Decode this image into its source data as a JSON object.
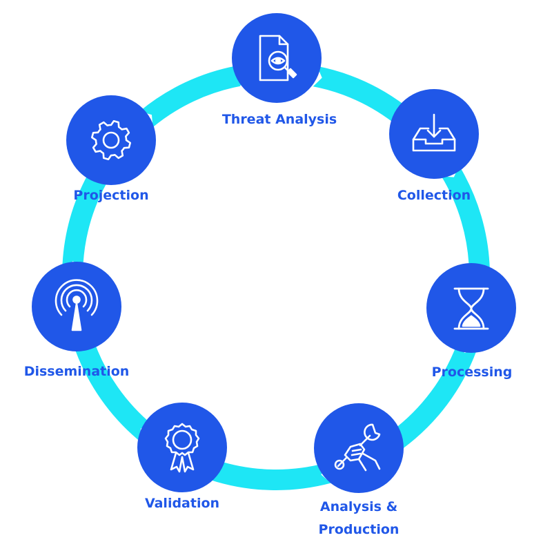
{
  "colors": {
    "ring": "#1ee6f5",
    "node": "#2057e8",
    "label": "#2057e8",
    "icon_stroke": "#ffffff"
  },
  "stages": [
    {
      "key": "threat-analysis",
      "label": "Threat Analysis",
      "icon": "document-eye-magnifier-icon"
    },
    {
      "key": "collection",
      "label": "Collection",
      "icon": "inbox-download-icon"
    },
    {
      "key": "processing",
      "label": "Processing",
      "icon": "hourglass-icon"
    },
    {
      "key": "analysis-production",
      "label_line1": "Analysis &",
      "label_line2": "Production",
      "icon": "hand-wrench-icon"
    },
    {
      "key": "validation",
      "label": "Validation",
      "icon": "award-ribbon-icon"
    },
    {
      "key": "dissemination",
      "label": "Dissemination",
      "icon": "broadcast-antenna-icon"
    },
    {
      "key": "projection",
      "label": "Projection",
      "icon": "gear-icon"
    }
  ]
}
